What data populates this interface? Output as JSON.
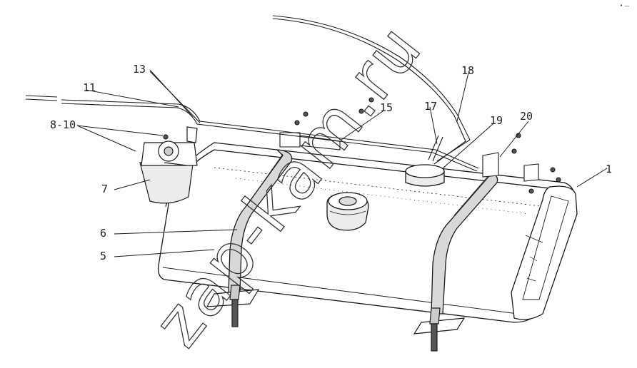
{
  "diagram": {
    "labels": {
      "l1": "1",
      "l5": "5",
      "l6": "6",
      "l7": "7",
      "l8_10": "8-10",
      "l11": "11",
      "l13": "13",
      "l15": "15",
      "l17": "17",
      "l18": "18",
      "l19": "19",
      "l20": "20"
    },
    "watermark": "zap-kam.ru",
    "corner_mark": "• —"
  },
  "colors": {
    "line": "#1a1a1a",
    "tank_fill": "#ffffff",
    "strap_fill": "#d8d8d8",
    "cap_fill": "#ececec",
    "background": "#ffffff"
  }
}
